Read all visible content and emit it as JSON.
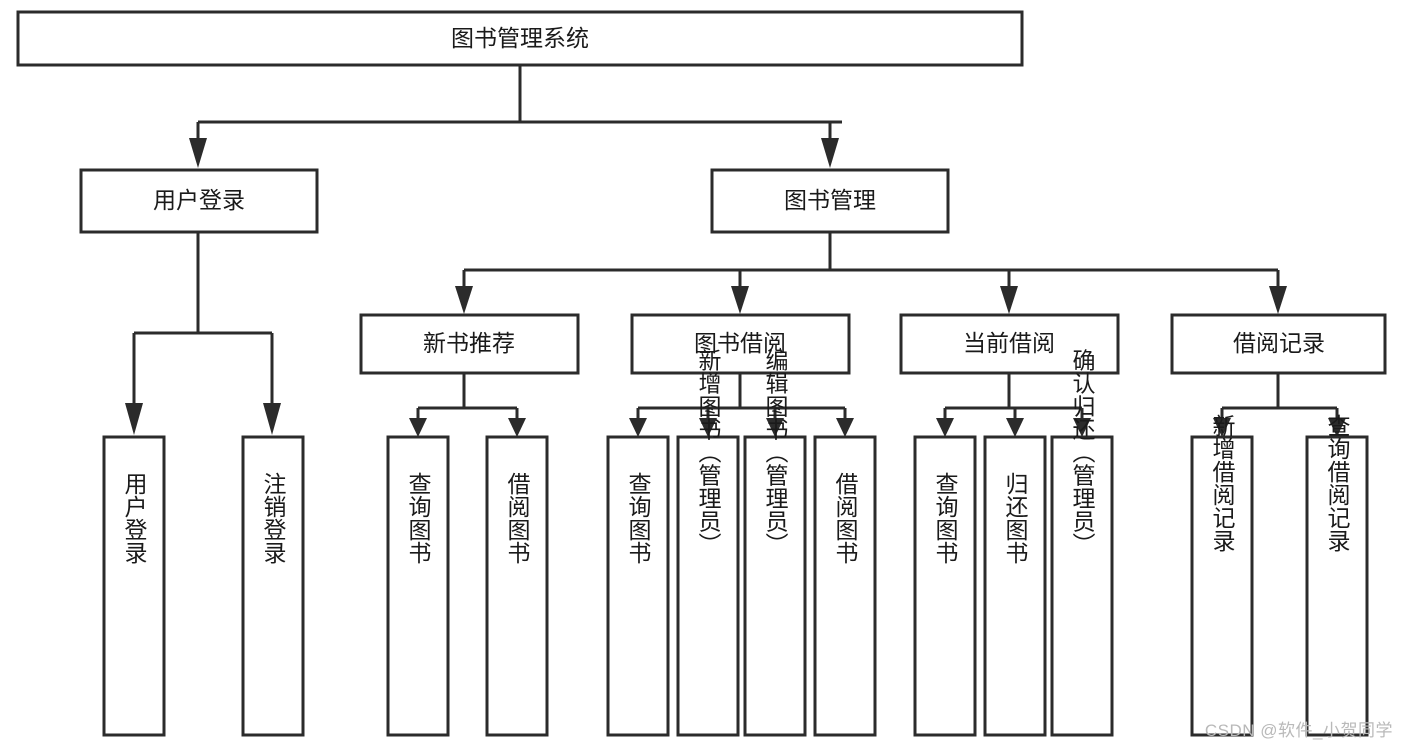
{
  "diagram": {
    "type": "tree-hierarchy",
    "title": "图书管理系统",
    "watermark": "CSDN @软件_小贺同学",
    "colors": {
      "box_fill": "#ffffff",
      "box_stroke": "#2b2b2b",
      "line": "#2b2b2b",
      "text": "#1a1a1a",
      "watermark": "#b9b9b9",
      "background": "#ffffff"
    },
    "levels": {
      "root": {
        "label": "图书管理系统"
      },
      "level2": [
        {
          "label": "用户登录"
        },
        {
          "label": "图书管理"
        }
      ],
      "level3": [
        {
          "label": "新书推荐"
        },
        {
          "label": "图书借阅"
        },
        {
          "label": "当前借阅"
        },
        {
          "label": "借阅记录"
        }
      ],
      "leaves": {
        "user_login": [
          {
            "label": "用户登录"
          },
          {
            "label": "注销登录"
          }
        ],
        "new_book_recommend": [
          {
            "label": "查询图书"
          },
          {
            "label": "借阅图书"
          }
        ],
        "book_borrow": [
          {
            "label": "查询图书"
          },
          {
            "label": "新增图书（管理员）"
          },
          {
            "label": "编辑图书（管理员）"
          },
          {
            "label": "借阅图书"
          }
        ],
        "current_borrow": [
          {
            "label": "查询图书"
          },
          {
            "label": "归还图书"
          },
          {
            "label": "确认归还（管理员）"
          }
        ],
        "borrow_record": [
          {
            "label": "新增借阅记录"
          },
          {
            "label": "查询借阅记录"
          }
        ]
      }
    }
  }
}
